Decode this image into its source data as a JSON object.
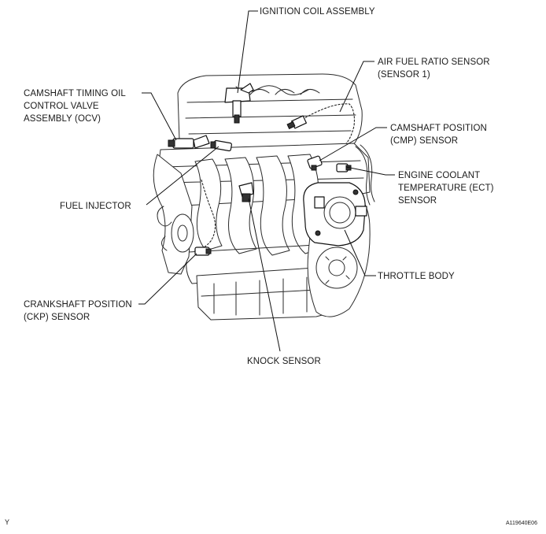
{
  "labels": {
    "ignition_coil": "IGNITION COIL ASSEMBLY",
    "af_sensor_1": "AIR FUEL RATIO SENSOR",
    "af_sensor_2": "(SENSOR 1)",
    "ocv_1": "CAMSHAFT TIMING OIL",
    "ocv_2": "CONTROL VALVE",
    "ocv_3": "ASSEMBLY (OCV)",
    "cmp_1": "CAMSHAFT POSITION",
    "cmp_2": "(CMP) SENSOR",
    "ect_1": "ENGINE COOLANT",
    "ect_2": "TEMPERATURE (ECT)",
    "ect_3": "SENSOR",
    "fuel_injector": "FUEL INJECTOR",
    "throttle_body": "THROTTLE BODY",
    "ckp_1": "CRANKSHAFT POSITION",
    "ckp_2": "(CKP) SENSOR",
    "knock_sensor": "KNOCK SENSOR"
  },
  "footer": {
    "left_mark": "Y",
    "figure_code": "A119640E06"
  }
}
